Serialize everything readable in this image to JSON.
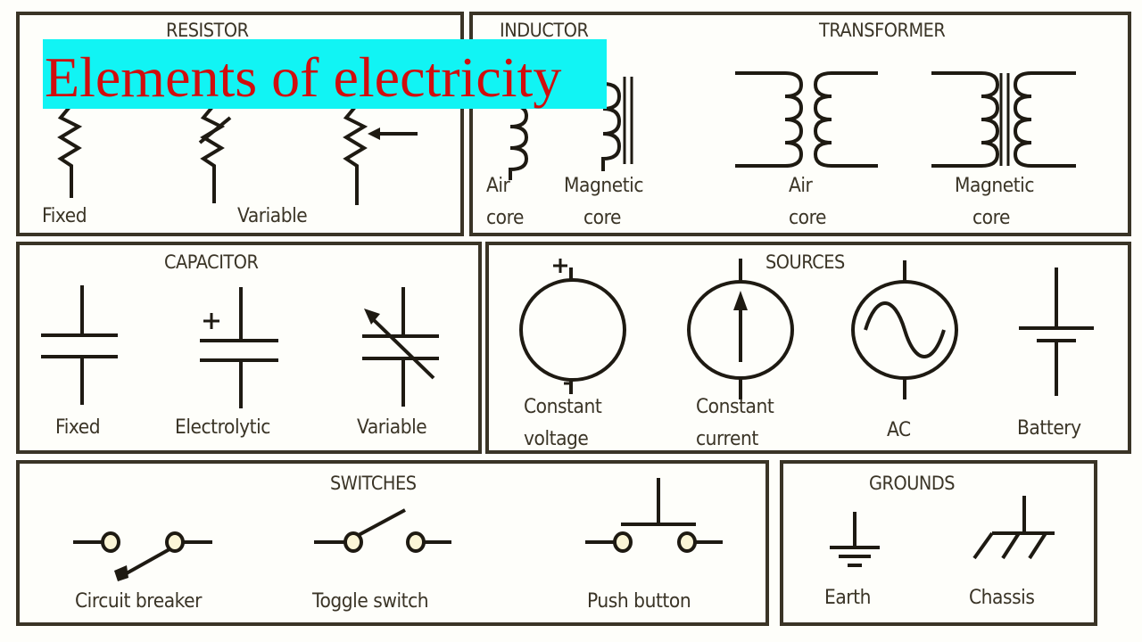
{
  "title": "Elements of electricity",
  "colors": {
    "title_bg": "#11f4f4",
    "title_text": "#d10d0d",
    "line": "#1e1a12",
    "border": "#3a3426"
  },
  "sections": {
    "resistor": {
      "heading": "RESISTOR",
      "labels": [
        "Fixed",
        "Variable"
      ]
    },
    "inductor": {
      "heading": "INDUCTOR",
      "labels": [
        "Air",
        "core",
        "Magnetic",
        "core"
      ]
    },
    "transformer": {
      "heading": "TRANSFORMER",
      "labels": [
        "Air",
        "core",
        "Magnetic",
        "core"
      ]
    },
    "capacitor": {
      "heading": "CAPACITOR",
      "labels": [
        "Fixed",
        "Electrolytic",
        "Variable"
      ]
    },
    "sources": {
      "heading": "SOURCES",
      "labels": [
        "Constant",
        "voltage",
        "Constant",
        "current",
        "AC",
        "Battery"
      ],
      "polarity": [
        "+",
        "-",
        "+"
      ]
    },
    "switches": {
      "heading": "SWITCHES",
      "labels": [
        "Circuit breaker",
        "Toggle switch",
        "Push button"
      ]
    },
    "grounds": {
      "heading": "GROUNDS",
      "labels": [
        "Earth",
        "Chassis"
      ]
    }
  }
}
